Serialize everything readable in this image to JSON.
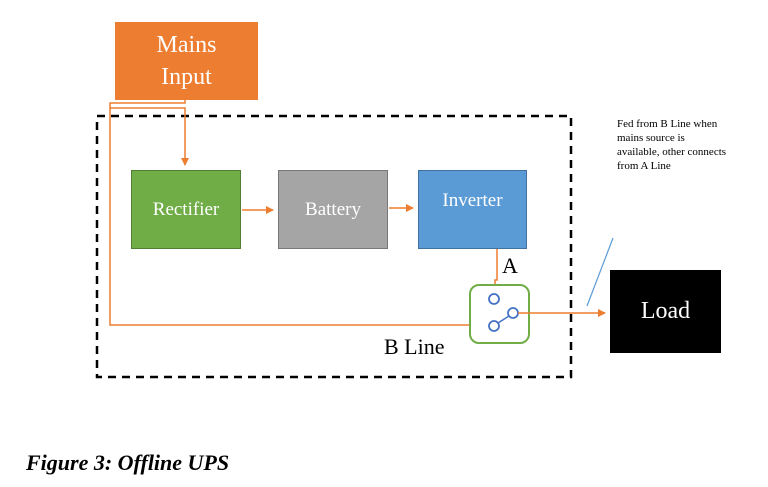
{
  "diagram": {
    "mains_label_line1": "Mains",
    "mains_label_line2": "Input",
    "rectifier_label": "Rectifier",
    "battery_label": "Battery",
    "inverter_label": "Inverter",
    "load_label": "Load",
    "switch_label_a": "A",
    "b_line_label": "B Line",
    "callout_text": "Fed from B Line when mains source is available, other connects from A Line"
  },
  "caption": "Figure 3: Offline UPS",
  "colors": {
    "mains": "#ED7D31",
    "rectifier": "#70AD47",
    "battery": "#A5A5A5",
    "inverter": "#5B9BD5",
    "load": "#000000",
    "arrow": "#ED7D31",
    "switch_border": "#70AD47",
    "switch_contacts": "#4472C4",
    "callout_line": "#5B9BD5"
  }
}
